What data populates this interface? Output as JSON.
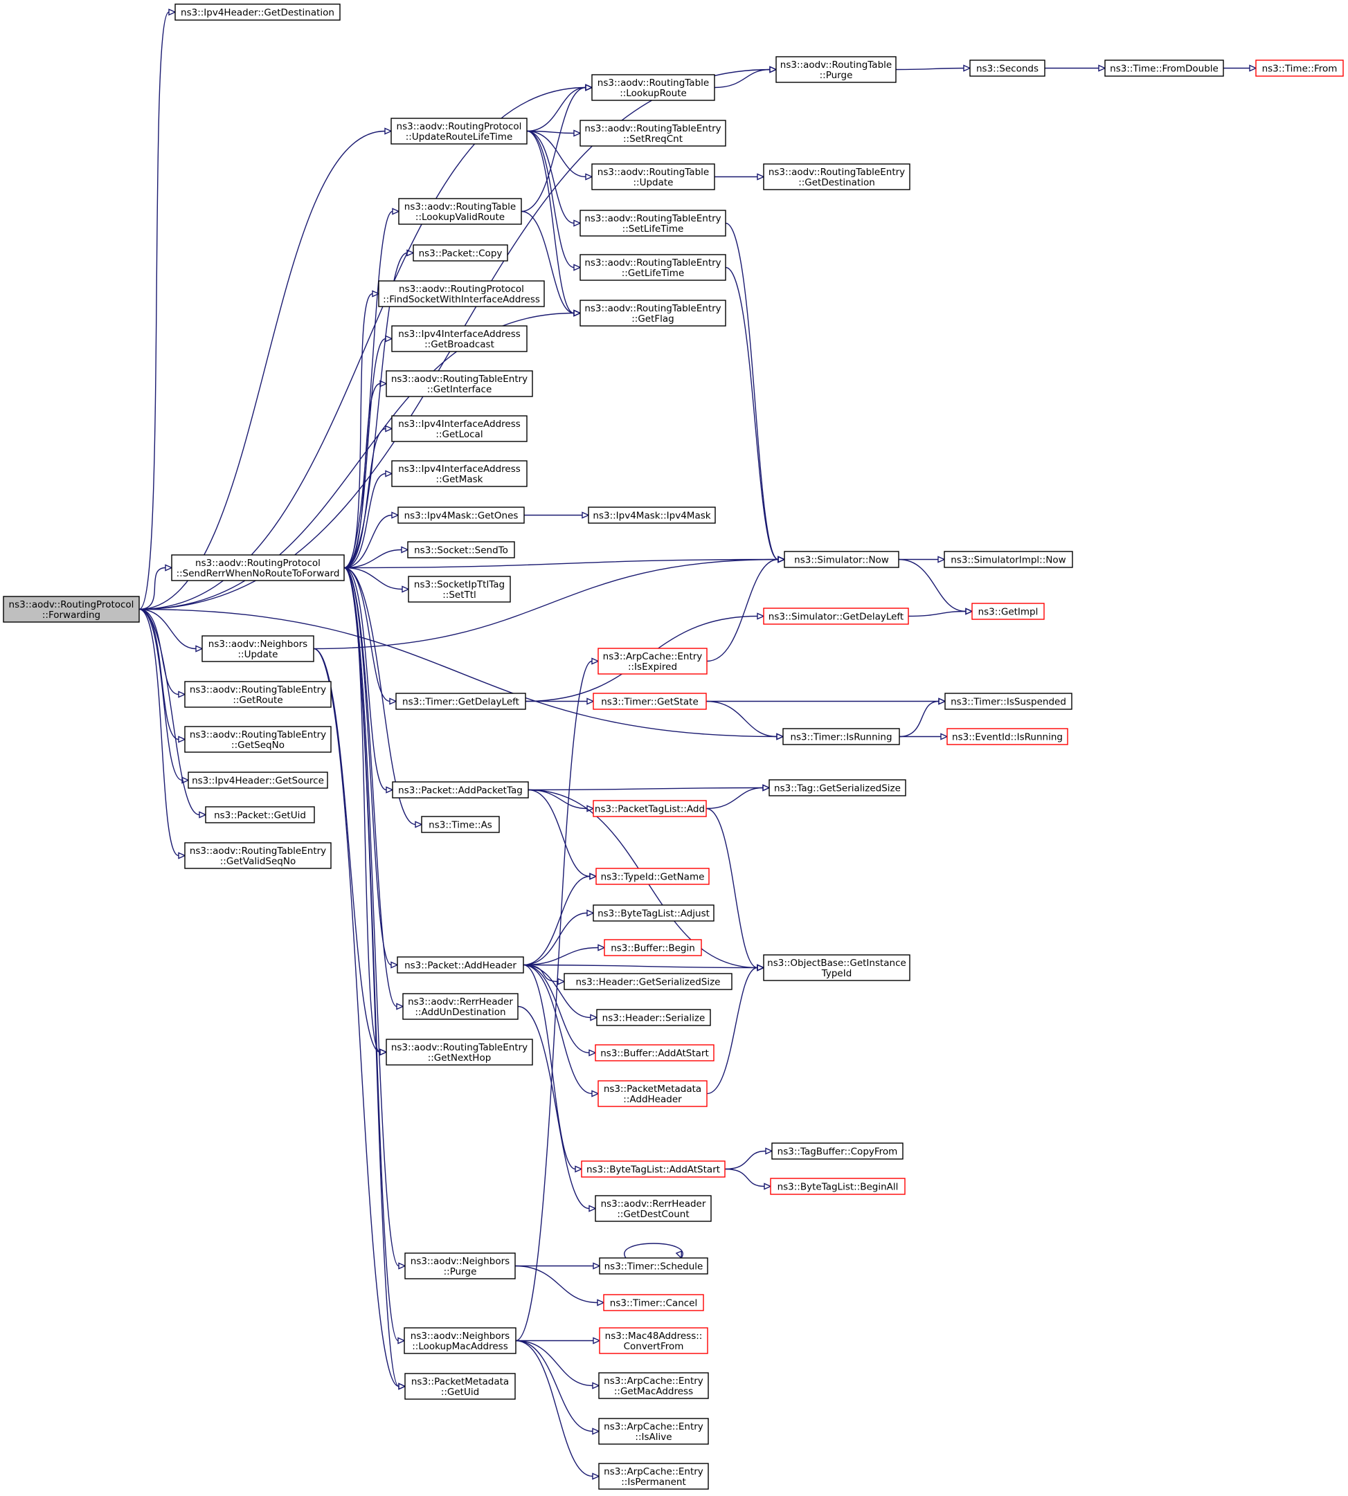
{
  "diagram": {
    "type": "call-graph",
    "colors": {
      "edge": "#191970",
      "node_border": "#000000",
      "truncated_border": "#ff0000",
      "root_fill": "#bfbfbf",
      "background": "#ffffff"
    },
    "nodes": [
      {
        "id": "n0",
        "label": [
          "ns3::aodv::RoutingProtocol",
          "::Forwarding"
        ],
        "style": "root"
      },
      {
        "id": "n1",
        "label": [
          "ns3::Ipv4Header::GetDestination"
        ]
      },
      {
        "id": "n2",
        "label": [
          "ns3::aodv::RoutingTable",
          "::Purge"
        ]
      },
      {
        "id": "n3",
        "label": [
          "ns3::Seconds"
        ]
      },
      {
        "id": "n4",
        "label": [
          "ns3::Time::FromDouble"
        ]
      },
      {
        "id": "n5",
        "label": [
          "ns3::Time::From"
        ],
        "style": "red"
      },
      {
        "id": "n6",
        "label": [
          "ns3::aodv::RoutingTable",
          "::LookupRoute"
        ]
      },
      {
        "id": "n7",
        "label": [
          "ns3::aodv::RoutingProtocol",
          "::UpdateRouteLifeTime"
        ]
      },
      {
        "id": "n8",
        "label": [
          "ns3::aodv::RoutingTableEntry",
          "::SetRreqCnt"
        ]
      },
      {
        "id": "n9",
        "label": [
          "ns3::aodv::RoutingTable",
          "::Update"
        ]
      },
      {
        "id": "n10",
        "label": [
          "ns3::aodv::RoutingTableEntry",
          "::GetDestination"
        ]
      },
      {
        "id": "n11",
        "label": [
          "ns3::aodv::RoutingTable",
          "::LookupValidRoute"
        ]
      },
      {
        "id": "n12",
        "label": [
          "ns3::aodv::RoutingTableEntry",
          "::SetLifeTime"
        ]
      },
      {
        "id": "n13",
        "label": [
          "ns3::aodv::RoutingTableEntry",
          "::GetLifeTime"
        ]
      },
      {
        "id": "n14",
        "label": [
          "ns3::Packet::Copy"
        ]
      },
      {
        "id": "n15",
        "label": [
          "ns3::aodv::RoutingTableEntry",
          "::GetFlag"
        ]
      },
      {
        "id": "n16",
        "label": [
          "ns3::aodv::RoutingProtocol",
          "::FindSocketWithInterfaceAddress"
        ]
      },
      {
        "id": "n17",
        "label": [
          "ns3::Ipv4InterfaceAddress",
          "::GetBroadcast"
        ]
      },
      {
        "id": "n18",
        "label": [
          "ns3::aodv::RoutingTableEntry",
          "::GetInterface"
        ]
      },
      {
        "id": "n19",
        "label": [
          "ns3::Ipv4InterfaceAddress",
          "::GetLocal"
        ]
      },
      {
        "id": "n20",
        "label": [
          "ns3::Ipv4InterfaceAddress",
          "::GetMask"
        ]
      },
      {
        "id": "n21",
        "label": [
          "ns3::Ipv4Mask::GetOnes"
        ]
      },
      {
        "id": "n22",
        "label": [
          "ns3::Ipv4Mask::Ipv4Mask"
        ]
      },
      {
        "id": "n23",
        "label": [
          "ns3::Socket::SendTo"
        ]
      },
      {
        "id": "n24",
        "label": [
          "ns3::aodv::RoutingProtocol",
          "::SendRerrWhenNoRouteToForward"
        ]
      },
      {
        "id": "n25",
        "label": [
          "ns3::Simulator::Now"
        ]
      },
      {
        "id": "n26",
        "label": [
          "ns3::SimulatorImpl::Now"
        ]
      },
      {
        "id": "n27",
        "label": [
          "ns3::SocketIpTtlTag",
          "::SetTtl"
        ]
      },
      {
        "id": "n28",
        "label": [
          "ns3::GetImpl"
        ],
        "style": "red"
      },
      {
        "id": "n29",
        "label": [
          "ns3::Simulator::GetDelayLeft"
        ],
        "style": "red"
      },
      {
        "id": "n30",
        "label": [
          "ns3::aodv::Neighbors",
          "::Update"
        ]
      },
      {
        "id": "n31",
        "label": [
          "ns3::ArpCache::Entry",
          "::IsExpired"
        ],
        "style": "red"
      },
      {
        "id": "n32",
        "label": [
          "ns3::aodv::RoutingTableEntry",
          "::GetRoute"
        ]
      },
      {
        "id": "n33",
        "label": [
          "ns3::Timer::GetDelayLeft"
        ]
      },
      {
        "id": "n34",
        "label": [
          "ns3::Timer::GetState"
        ],
        "style": "red"
      },
      {
        "id": "n35",
        "label": [
          "ns3::Timer::IsSuspended"
        ]
      },
      {
        "id": "n36",
        "label": [
          "ns3::aodv::RoutingTableEntry",
          "::GetSeqNo"
        ]
      },
      {
        "id": "n37",
        "label": [
          "ns3::Timer::IsRunning"
        ]
      },
      {
        "id": "n38",
        "label": [
          "ns3::EventId::IsRunning"
        ],
        "style": "red"
      },
      {
        "id": "n39",
        "label": [
          "ns3::Ipv4Header::GetSource"
        ]
      },
      {
        "id": "n40",
        "label": [
          "ns3::Packet::AddPacketTag"
        ]
      },
      {
        "id": "n41",
        "label": [
          "ns3::Tag::GetSerializedSize"
        ]
      },
      {
        "id": "n42",
        "label": [
          "ns3::Packet::GetUid"
        ]
      },
      {
        "id": "n43",
        "label": [
          "ns3::PacketTagList::Add"
        ],
        "style": "red"
      },
      {
        "id": "n44",
        "label": [
          "ns3::Time::As"
        ]
      },
      {
        "id": "n45",
        "label": [
          "ns3::aodv::RoutingTableEntry",
          "::GetValidSeqNo"
        ]
      },
      {
        "id": "n46",
        "label": [
          "ns3::TypeId::GetName"
        ],
        "style": "red"
      },
      {
        "id": "n47",
        "label": [
          "ns3::ByteTagList::Adjust"
        ]
      },
      {
        "id": "n48",
        "label": [
          "ns3::Buffer::Begin"
        ],
        "style": "red"
      },
      {
        "id": "n49",
        "label": [
          "ns3::Packet::AddHeader"
        ]
      },
      {
        "id": "n50",
        "label": [
          "ns3::ObjectBase::GetInstance",
          "TypeId"
        ]
      },
      {
        "id": "n51",
        "label": [
          "ns3::Header::GetSerializedSize"
        ]
      },
      {
        "id": "n52",
        "label": [
          "ns3::aodv::RerrHeader",
          "::AddUnDestination"
        ]
      },
      {
        "id": "n53",
        "label": [
          "ns3::Header::Serialize"
        ]
      },
      {
        "id": "n54",
        "label": [
          "ns3::aodv::RoutingTableEntry",
          "::GetNextHop"
        ]
      },
      {
        "id": "n55",
        "label": [
          "ns3::Buffer::AddAtStart"
        ],
        "style": "red"
      },
      {
        "id": "n56",
        "label": [
          "ns3::PacketMetadata",
          "::AddHeader"
        ],
        "style": "red"
      },
      {
        "id": "n57",
        "label": [
          "ns3::TagBuffer::CopyFrom"
        ]
      },
      {
        "id": "n58",
        "label": [
          "ns3::ByteTagList::AddAtStart"
        ],
        "style": "red"
      },
      {
        "id": "n59",
        "label": [
          "ns3::ByteTagList::BeginAll"
        ],
        "style": "red"
      },
      {
        "id": "n60",
        "label": [
          "ns3::aodv::RerrHeader",
          "::GetDestCount"
        ]
      },
      {
        "id": "n61",
        "label": [
          "ns3::aodv::Neighbors",
          "::Purge"
        ]
      },
      {
        "id": "n62",
        "label": [
          "ns3::Timer::Schedule"
        ]
      },
      {
        "id": "n63",
        "label": [
          "ns3::Timer::Cancel"
        ],
        "style": "red"
      },
      {
        "id": "n64",
        "label": [
          "ns3::aodv::Neighbors",
          "::LookupMacAddress"
        ]
      },
      {
        "id": "n65",
        "label": [
          "ns3::Mac48Address::",
          "ConvertFrom"
        ],
        "style": "red"
      },
      {
        "id": "n66",
        "label": [
          "ns3::ArpCache::Entry",
          "::GetMacAddress"
        ]
      },
      {
        "id": "n67",
        "label": [
          "ns3::PacketMetadata",
          "::GetUid"
        ]
      },
      {
        "id": "n68",
        "label": [
          "ns3::ArpCache::Entry",
          "::IsAlive"
        ]
      },
      {
        "id": "n69",
        "label": [
          "ns3::ArpCache::Entry",
          "::IsPermanent"
        ]
      }
    ],
    "edges": [
      [
        "n0",
        "n1"
      ],
      [
        "n0",
        "n2"
      ],
      [
        "n0",
        "n6"
      ],
      [
        "n0",
        "n7"
      ],
      [
        "n0",
        "n15"
      ],
      [
        "n0",
        "n24"
      ],
      [
        "n0",
        "n30"
      ],
      [
        "n0",
        "n32"
      ],
      [
        "n0",
        "n36"
      ],
      [
        "n0",
        "n39"
      ],
      [
        "n0",
        "n42"
      ],
      [
        "n0",
        "n45"
      ],
      [
        "n0",
        "n37"
      ],
      [
        "n2",
        "n3"
      ],
      [
        "n3",
        "n4"
      ],
      [
        "n4",
        "n5"
      ],
      [
        "n6",
        "n2"
      ],
      [
        "n7",
        "n6"
      ],
      [
        "n7",
        "n8"
      ],
      [
        "n7",
        "n9"
      ],
      [
        "n7",
        "n12"
      ],
      [
        "n7",
        "n13"
      ],
      [
        "n7",
        "n15"
      ],
      [
        "n9",
        "n10"
      ],
      [
        "n11",
        "n6"
      ],
      [
        "n11",
        "n15"
      ],
      [
        "n12",
        "n25"
      ],
      [
        "n13",
        "n25"
      ],
      [
        "n21",
        "n22"
      ],
      [
        "n24",
        "n11"
      ],
      [
        "n24",
        "n14"
      ],
      [
        "n24",
        "n16"
      ],
      [
        "n24",
        "n17"
      ],
      [
        "n24",
        "n18"
      ],
      [
        "n24",
        "n19"
      ],
      [
        "n24",
        "n20"
      ],
      [
        "n24",
        "n21"
      ],
      [
        "n24",
        "n23"
      ],
      [
        "n24",
        "n27"
      ],
      [
        "n24",
        "n25"
      ],
      [
        "n24",
        "n33"
      ],
      [
        "n24",
        "n40"
      ],
      [
        "n24",
        "n44"
      ],
      [
        "n24",
        "n49"
      ],
      [
        "n24",
        "n52"
      ],
      [
        "n24",
        "n54"
      ],
      [
        "n24",
        "n61"
      ],
      [
        "n24",
        "n64"
      ],
      [
        "n24",
        "n67"
      ],
      [
        "n25",
        "n26"
      ],
      [
        "n25",
        "n28"
      ],
      [
        "n29",
        "n28"
      ],
      [
        "n30",
        "n25"
      ],
      [
        "n30",
        "n54"
      ],
      [
        "n30",
        "n67"
      ],
      [
        "n31",
        "n25"
      ],
      [
        "n33",
        "n29"
      ],
      [
        "n33",
        "n34"
      ],
      [
        "n34",
        "n35"
      ],
      [
        "n34",
        "n37"
      ],
      [
        "n37",
        "n35"
      ],
      [
        "n37",
        "n38"
      ],
      [
        "n40",
        "n41"
      ],
      [
        "n40",
        "n43"
      ],
      [
        "n40",
        "n46"
      ],
      [
        "n40",
        "n50"
      ],
      [
        "n43",
        "n41"
      ],
      [
        "n43",
        "n50"
      ],
      [
        "n49",
        "n46"
      ],
      [
        "n49",
        "n47"
      ],
      [
        "n49",
        "n48"
      ],
      [
        "n49",
        "n51"
      ],
      [
        "n49",
        "n53"
      ],
      [
        "n49",
        "n55"
      ],
      [
        "n49",
        "n56"
      ],
      [
        "n49",
        "n58"
      ],
      [
        "n49",
        "n50"
      ],
      [
        "n52",
        "n60"
      ],
      [
        "n56",
        "n50"
      ],
      [
        "n58",
        "n57"
      ],
      [
        "n58",
        "n59"
      ],
      [
        "n61",
        "n62"
      ],
      [
        "n61",
        "n63"
      ],
      [
        "n62",
        "n62"
      ],
      [
        "n64",
        "n31"
      ],
      [
        "n64",
        "n65"
      ],
      [
        "n64",
        "n66"
      ],
      [
        "n64",
        "n68"
      ],
      [
        "n64",
        "n69"
      ]
    ]
  }
}
